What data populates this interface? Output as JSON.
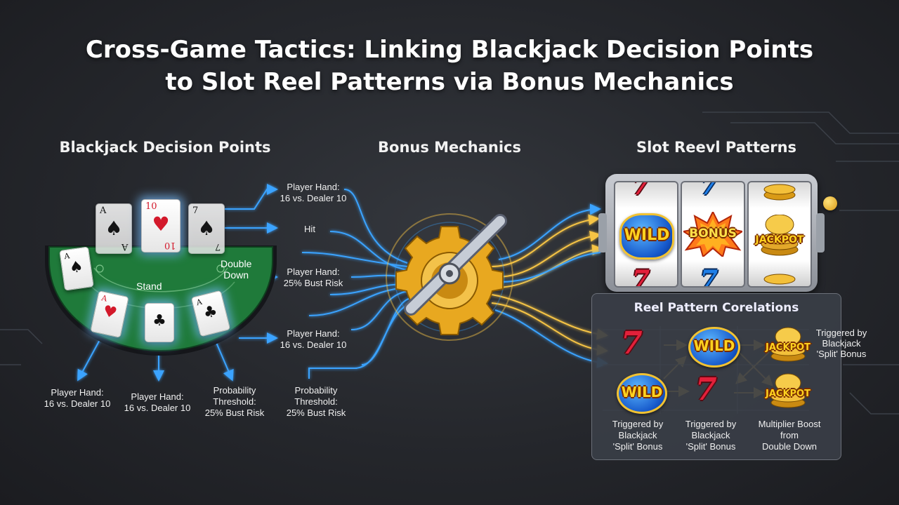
{
  "title_line1": "Cross-Game Tactics: Linking Blackjack Decision Points",
  "title_line2": "to Slot Reel Patterns via Bonus Mechanics",
  "sections": {
    "blackjack": "Blackjack Decision Points",
    "bonus": "Bonus Mechanics",
    "slot": "Slot Reevl Patterns"
  },
  "cards": {
    "top": [
      {
        "rank": "A",
        "suit": "♠"
      },
      {
        "rank": "10",
        "suit": "♥"
      },
      {
        "rank": "7",
        "suit": "♠"
      }
    ],
    "table": [
      {
        "rank": "A",
        "suit": "♠"
      },
      {
        "rank": "A",
        "suit": "♥"
      },
      {
        "rank": "",
        "suit": "♣"
      },
      {
        "rank": "A",
        "suit": "♣"
      }
    ]
  },
  "table_labels": {
    "stand": "Stand",
    "double_down_1": "Double",
    "double_down_2": "Down"
  },
  "right_labels": {
    "l1a": "Player Hand:",
    "l1b": "16 vs. Dealer 10",
    "l2": "Hit",
    "l3a": "Player Hand:",
    "l3b": "25%  Bust Risk",
    "l4a": "Player Hand:",
    "l4b": "16 vs. Dealer 10"
  },
  "bottom_labels": {
    "b1a": "Player Hand:",
    "b1b": "16 vs. Dealer 10",
    "b2a": "Player Hand:",
    "b2b": "16 vs. Dealer 10",
    "b3a": "Probability",
    "b3b": "Threshold:",
    "b3c": "25% Bust Risk",
    "b4a": "Probability",
    "b4b": "Threshold:",
    "b4c": "25% Bust Risk"
  },
  "slot": {
    "seven": "7",
    "wild": "WILD",
    "bonus": "BONUS",
    "jackpot": "JACKPOT"
  },
  "correlations": {
    "title": "Reel Pattern Corelations",
    "side_note_1": "Triggered by",
    "side_note_2": "Blackjack",
    "side_note_3": "'Split' Bonus",
    "captions": [
      {
        "l1": "Triggered by",
        "l2": "Blackjack",
        "l3": "'Split' Bonus"
      },
      {
        "l1": "Triggered by",
        "l2": "Blackjack",
        "l3": "'Split' Bonus"
      },
      {
        "l1": "Multiplier Boost",
        "l2": "from",
        "l3": "Double Down"
      }
    ]
  },
  "colors": {
    "table_felt": "#1f7a3a",
    "wire_blue": "#3aa3ff",
    "wire_gold": "#f6c445",
    "gear_gold": "#e8a820"
  }
}
